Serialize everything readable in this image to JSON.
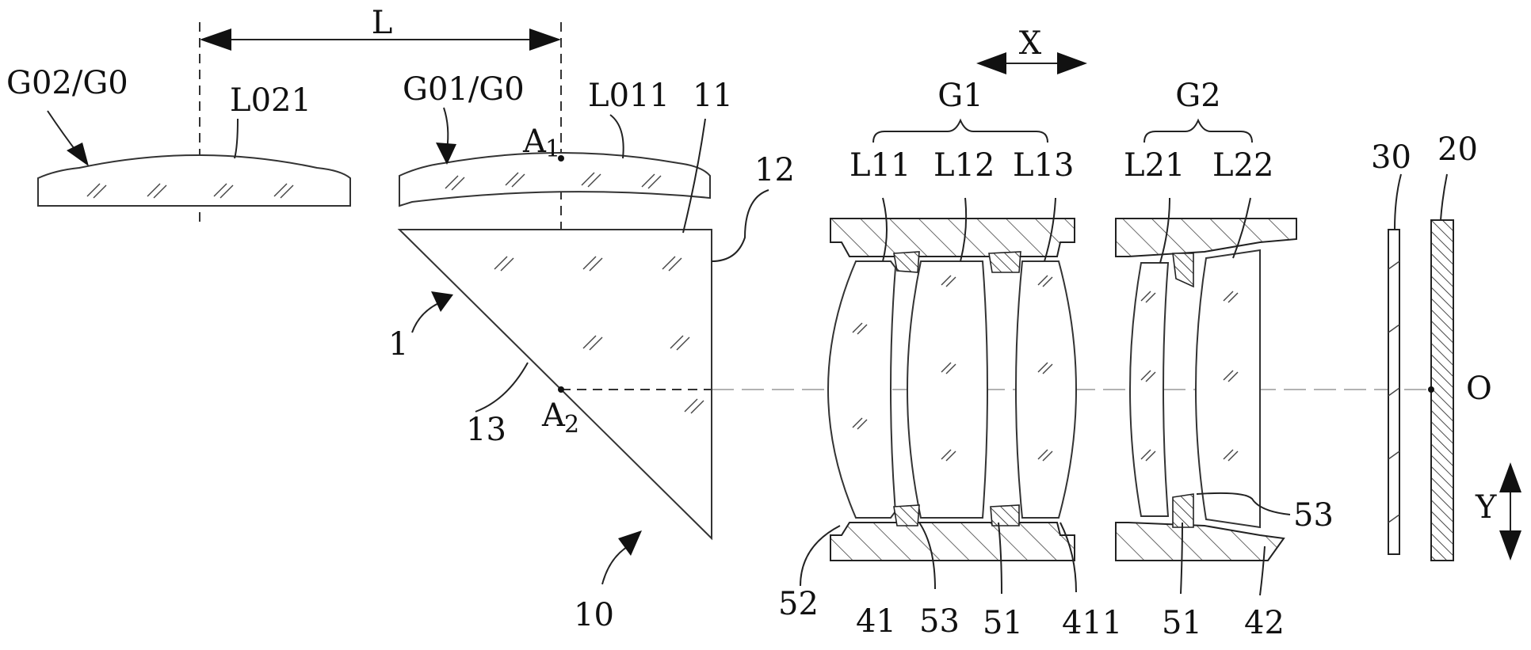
{
  "labels": {
    "distance": "L",
    "motion_x": "X",
    "motion_y": "Y",
    "prism_group_2": "G02/G0",
    "prism_group_1": "G01/G0",
    "lens_021": "L021",
    "lens_011": "L011",
    "prism_face_11": "11",
    "prism_face_12": "12",
    "prism": "1",
    "prism_face_13": "13",
    "point_a1": "A",
    "point_a1_sub": "1",
    "point_a2": "A",
    "point_a2_sub": "2",
    "module": "10",
    "group_1": "G1",
    "group_2": "G2",
    "lens_11": "L11",
    "lens_12": "L12",
    "lens_13": "L13",
    "lens_21": "L21",
    "lens_22": "L22",
    "filter": "30",
    "sensor": "20",
    "optical_axis_point": "O",
    "spacer_52": "52",
    "barrel_41": "41",
    "spacer_53_bottom": "53",
    "spacer_51_g1": "51",
    "barrel_part_411": "411",
    "spacer_51_g2": "51",
    "barrel_42": "42",
    "spacer_53_g2": "53"
  },
  "icons": {
    "dimension_arrow": "double-headed-arrow",
    "motion_x_arrow": "horizontal-double-arrow",
    "motion_y_arrow": "vertical-double-arrow",
    "leader_arrows": "curved-arrow"
  }
}
